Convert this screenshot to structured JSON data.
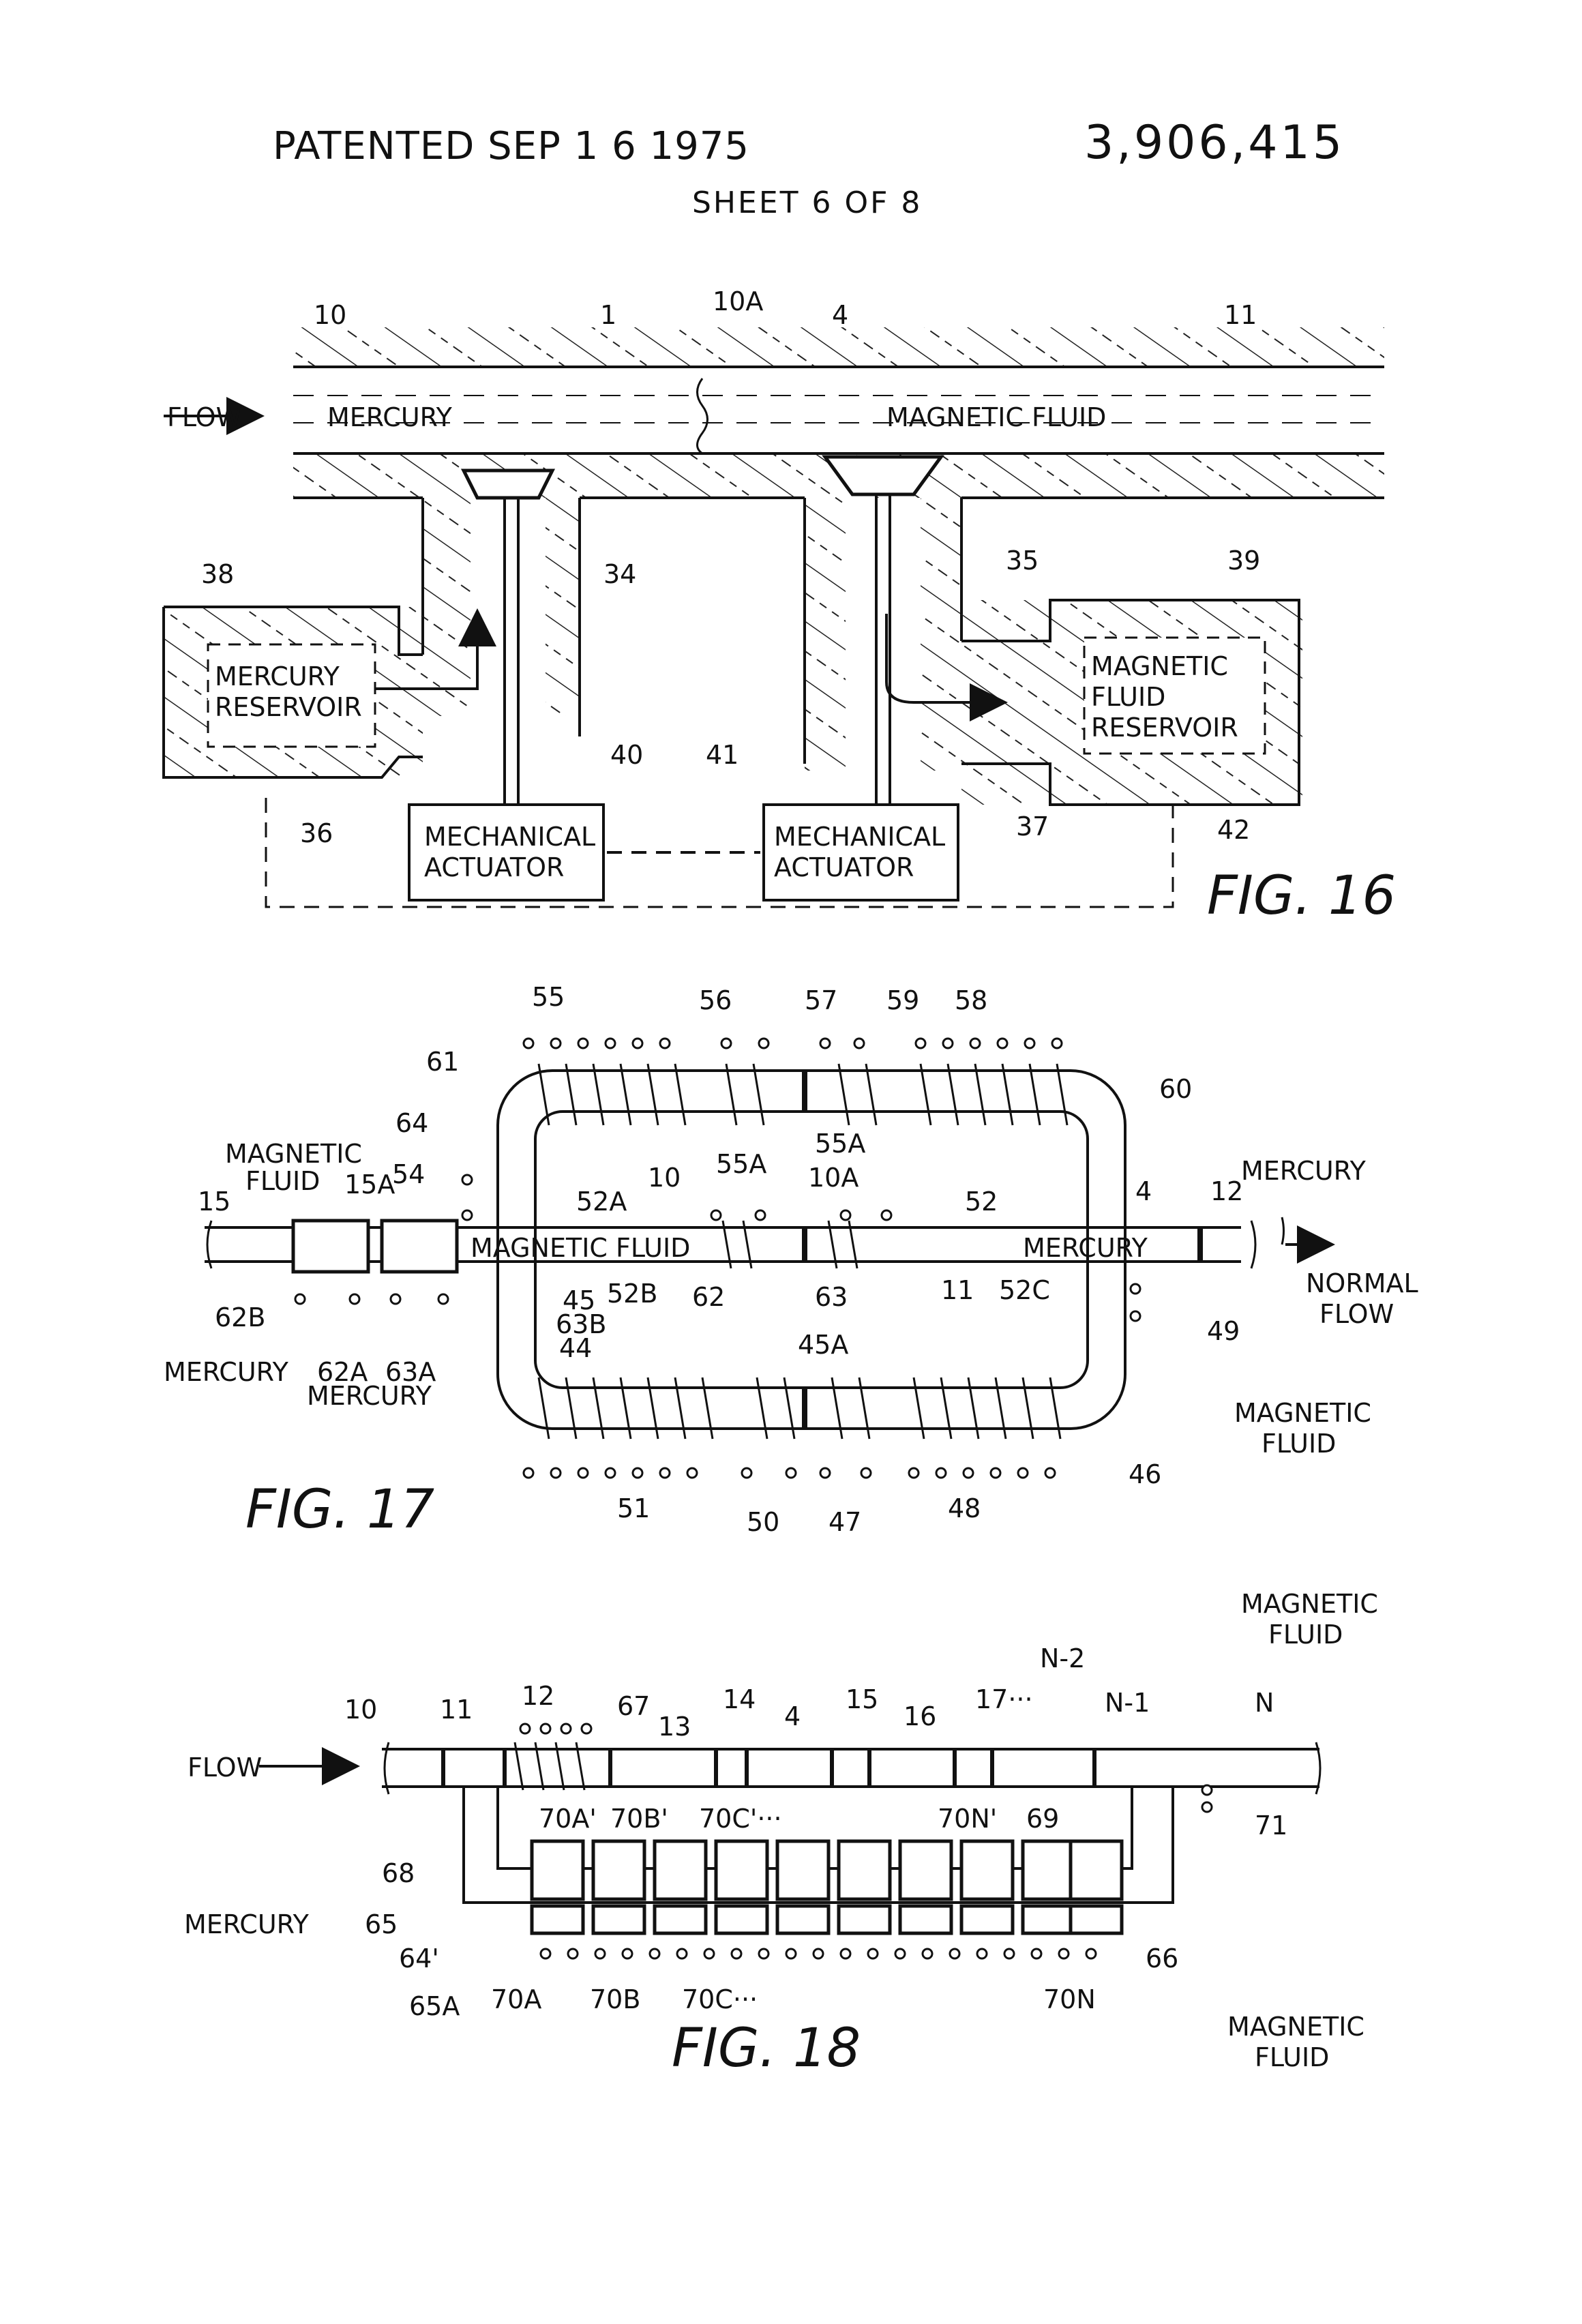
{
  "header": {
    "patented": "PATENTED SEP 1 6 1975",
    "patent_number": "3,906,415",
    "sheet": "SHEET 6 OF 8"
  },
  "fig16": {
    "caption": "FIG. 16",
    "labels": {
      "flow": "FLOW",
      "mercury": "MERCURY",
      "magnetic_fluid": "MAGNETIC FLUID",
      "mercury_reservoir_1": "MERCURY",
      "mercury_reservoir_2": "RESERVOIR",
      "mf_reservoir_1": "MAGNETIC",
      "mf_reservoir_2": "FLUID",
      "mf_reservoir_3": "RESERVOIR",
      "actuator_left_1": "MECHANICAL",
      "actuator_left_2": "ACTUATOR",
      "actuator_right_1": "MECHANICAL",
      "actuator_right_2": "ACTUATOR"
    },
    "refs": {
      "r10": "10",
      "r1": "1",
      "r10a": "10A",
      "r4": "4",
      "r11": "11",
      "r38": "38",
      "r34": "34",
      "r35": "35",
      "r39": "39",
      "r40": "40",
      "r41": "41",
      "r36": "36",
      "r37": "37",
      "r42": "42"
    }
  },
  "fig17": {
    "caption": "FIG. 17",
    "labels": {
      "magnetic_fluid_tube": "MAGNETIC FLUID",
      "mercury_tube": "MERCURY",
      "mercury_right": "MERCURY",
      "normal_1": "NORMAL",
      "normal_2": "FLOW",
      "magnetic_left_1": "MAGNETIC",
      "magnetic_left_2": "FLUID",
      "mercury_left_1": "MERCURY",
      "mercury_left_2": "MERCURY",
      "magnetic_right_1": "MAGNETIC",
      "magnetic_right_2": "FLUID"
    },
    "refs": {
      "r55": "55",
      "r56": "56",
      "r57": "57",
      "r59": "59",
      "r58": "58",
      "r61": "61",
      "r60": "60",
      "r64": "64",
      "r54": "54",
      "r55a1": "55A",
      "r55a2": "55A",
      "r10": "10",
      "r10a": "10A",
      "r52a": "52A",
      "r52": "52",
      "r4": "4",
      "r12": "12",
      "r15": "15",
      "r15a": "15A",
      "r62b": "62B",
      "r62a": "62A",
      "r63a": "63A",
      "r45": "45",
      "r52b": "52B",
      "r63b": "63B",
      "r44": "44",
      "r62": "62",
      "r63": "63",
      "r11": "11",
      "r52c": "52C",
      "r49": "49",
      "r45a": "45A",
      "r51": "51",
      "r50": "50",
      "r47": "47",
      "r48": "48",
      "r46": "46"
    }
  },
  "fig18": {
    "caption": "FIG. 18",
    "labels": {
      "flow": "FLOW",
      "magnetic_top_1": "MAGNETIC",
      "magnetic_top_2": "FLUID",
      "mercury": "MERCURY",
      "magnetic_bottom_1": "MAGNETIC",
      "magnetic_bottom_2": "FLUID"
    },
    "refs": {
      "r10": "10",
      "r11": "11",
      "r12": "12",
      "r67": "67",
      "r13": "13",
      "r14": "14",
      "r4": "4",
      "r15": "15",
      "r16": "16",
      "r17": "17···",
      "rn2": "N-2",
      "rn1": "N-1",
      "rn": "N",
      "r70a_p": "70A'",
      "r70b_p": "70B'",
      "r70c_p": "70C'···",
      "r70n_p": "70N'",
      "r69": "69",
      "r71": "71",
      "r68": "68",
      "r65": "65",
      "r64p": "64'",
      "r65a": "65A",
      "r70a": "70A",
      "r70b": "70B",
      "r70c": "70C···",
      "r70n": "70N",
      "r66": "66"
    }
  }
}
